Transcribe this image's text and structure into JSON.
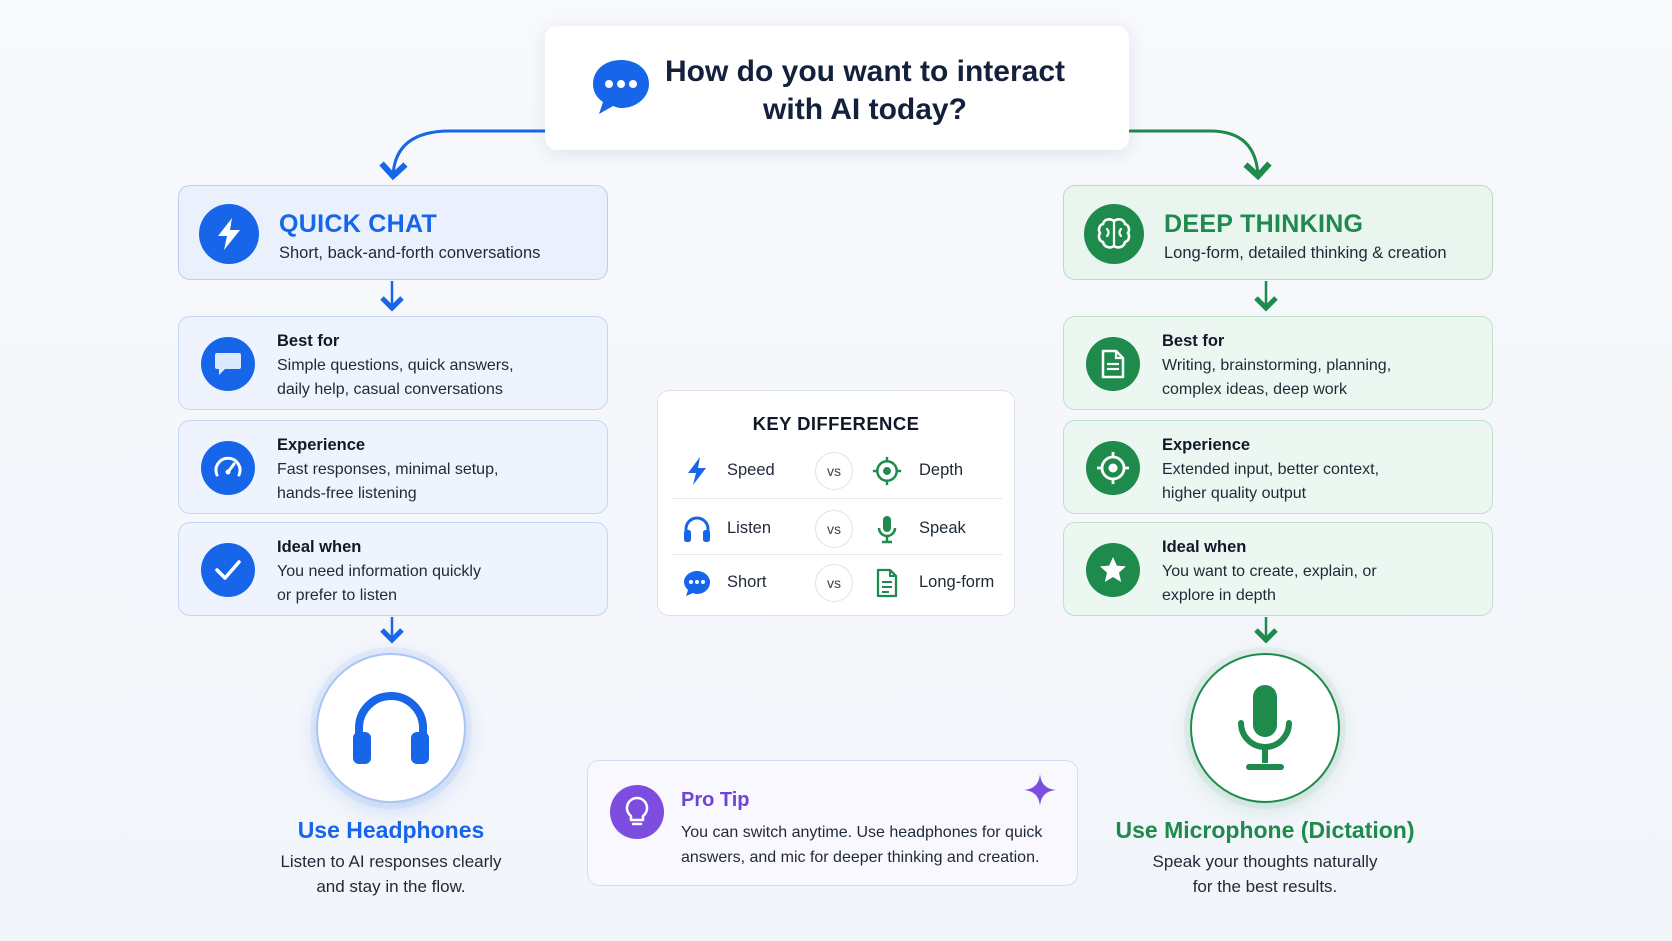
{
  "header": {
    "title_line1": "How do you want to interact",
    "title_line2": "with AI today?",
    "icon": "chat-dots-icon"
  },
  "quick_chat": {
    "title": "QUICK CHAT",
    "subtitle": "Short, back-and-forth conversations",
    "accent": "#1765e8",
    "icon": "lightning-icon",
    "items": [
      {
        "title": "Best for",
        "line1": "Simple questions, quick answers,",
        "line2": "daily help, casual conversations",
        "icon": "chat-bubble-icon"
      },
      {
        "title": "Experience",
        "line1": "Fast responses, minimal setup,",
        "line2": "hands-free listening",
        "icon": "speedometer-icon"
      },
      {
        "title": "Ideal when",
        "line1": "You need information quickly",
        "line2": "or prefer to listen",
        "icon": "checkmark-icon"
      }
    ],
    "device": {
      "title": "Use Headphones",
      "line1": "Listen to AI responses clearly",
      "line2": "and stay in the flow.",
      "icon": "headphones-icon"
    }
  },
  "deep_thinking": {
    "title": "DEEP THINKING",
    "subtitle": "Long-form, detailed thinking & creation",
    "accent": "#1e8a4c",
    "icon": "brain-icon",
    "items": [
      {
        "title": "Best for",
        "line1": "Writing, brainstorming, planning,",
        "line2": "complex ideas, deep work",
        "icon": "document-icon"
      },
      {
        "title": "Experience",
        "line1": "Extended input, better context,",
        "line2": "higher quality output",
        "icon": "target-icon"
      },
      {
        "title": "Ideal when",
        "line1": "You want to create, explain, or",
        "line2": "explore in depth",
        "icon": "star-icon"
      }
    ],
    "device": {
      "title": "Use Microphone (Dictation)",
      "line1": "Speak your thoughts naturally",
      "line2": "for the best results.",
      "icon": "microphone-icon"
    }
  },
  "key_difference": {
    "title": "KEY DIFFERENCE",
    "vs_label": "vs",
    "rows": [
      {
        "left": "Speed",
        "left_icon": "lightning-icon",
        "right": "Depth",
        "right_icon": "target-icon"
      },
      {
        "left": "Listen",
        "left_icon": "headphones-icon",
        "right": "Speak",
        "right_icon": "microphone-icon"
      },
      {
        "left": "Short",
        "left_icon": "chat-dots-icon",
        "right": "Long-form",
        "right_icon": "document-icon"
      }
    ]
  },
  "pro_tip": {
    "title": "Pro Tip",
    "line1": "You can switch anytime. Use headphones for quick",
    "line2": "answers, and mic for deeper thinking and creation.",
    "icon": "lightbulb-icon",
    "accent": "#7c4ddf"
  }
}
